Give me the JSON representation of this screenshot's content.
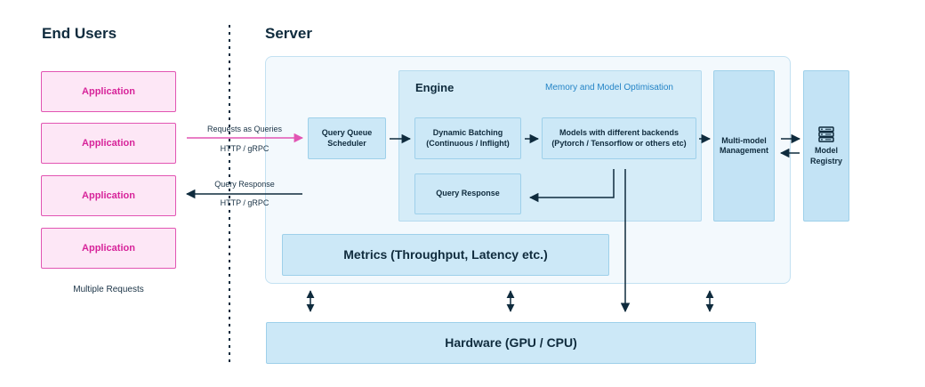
{
  "headings": {
    "end_users": "End Users",
    "server": "Server",
    "engine": "Engine"
  },
  "applications": [
    "Application",
    "Application",
    "Application",
    "Application"
  ],
  "multiple_requests": "Multiple Requests",
  "arrows": {
    "requests_label": "Requests as Queries",
    "requests_protocol": "HTTP / gRPC",
    "response_label": "Query Response",
    "response_protocol": "HTTP / gRPC"
  },
  "memory_label": "Memory and Model Optimisation",
  "boxes": {
    "queue_scheduler": "Query Queue Scheduler",
    "dynamic_batching": "Dynamic Batching (Continuous / Inflight)",
    "models_backends": "Models with different backends (Pytorch / Tensorflow or others etc)",
    "query_response": "Query Response",
    "multi_model": "Multi-model Management",
    "model_registry": "Model Registry",
    "metrics": "Metrics (Throughput, Latency etc.)",
    "hardware": "Hardware (GPU / CPU)"
  },
  "colors": {
    "accent_pink": "#e255b3",
    "box_blue": "#cce8f7",
    "arrow_dark": "#0f2b3d"
  },
  "icons": {
    "registry_icon": "server-rack-icon"
  }
}
